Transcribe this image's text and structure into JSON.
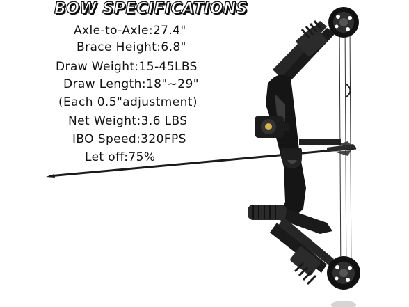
{
  "title": "BOW SPECIFICATIONS",
  "specs": [
    "Axle-to-Axle:27.4\"",
    "Brace Height:6.8\"",
    "Draw Weight:15-45LBS",
    "Draw Length:18\"~29\"",
    "(Each 0.5\"adjustment)",
    "Net Weight:3.6 LBS",
    "IBO Speed:320FPS",
    "Let off:75%"
  ],
  "colors": {
    "text": "#111111",
    "bow": "#1a1a1a",
    "background": "#ffffff"
  }
}
